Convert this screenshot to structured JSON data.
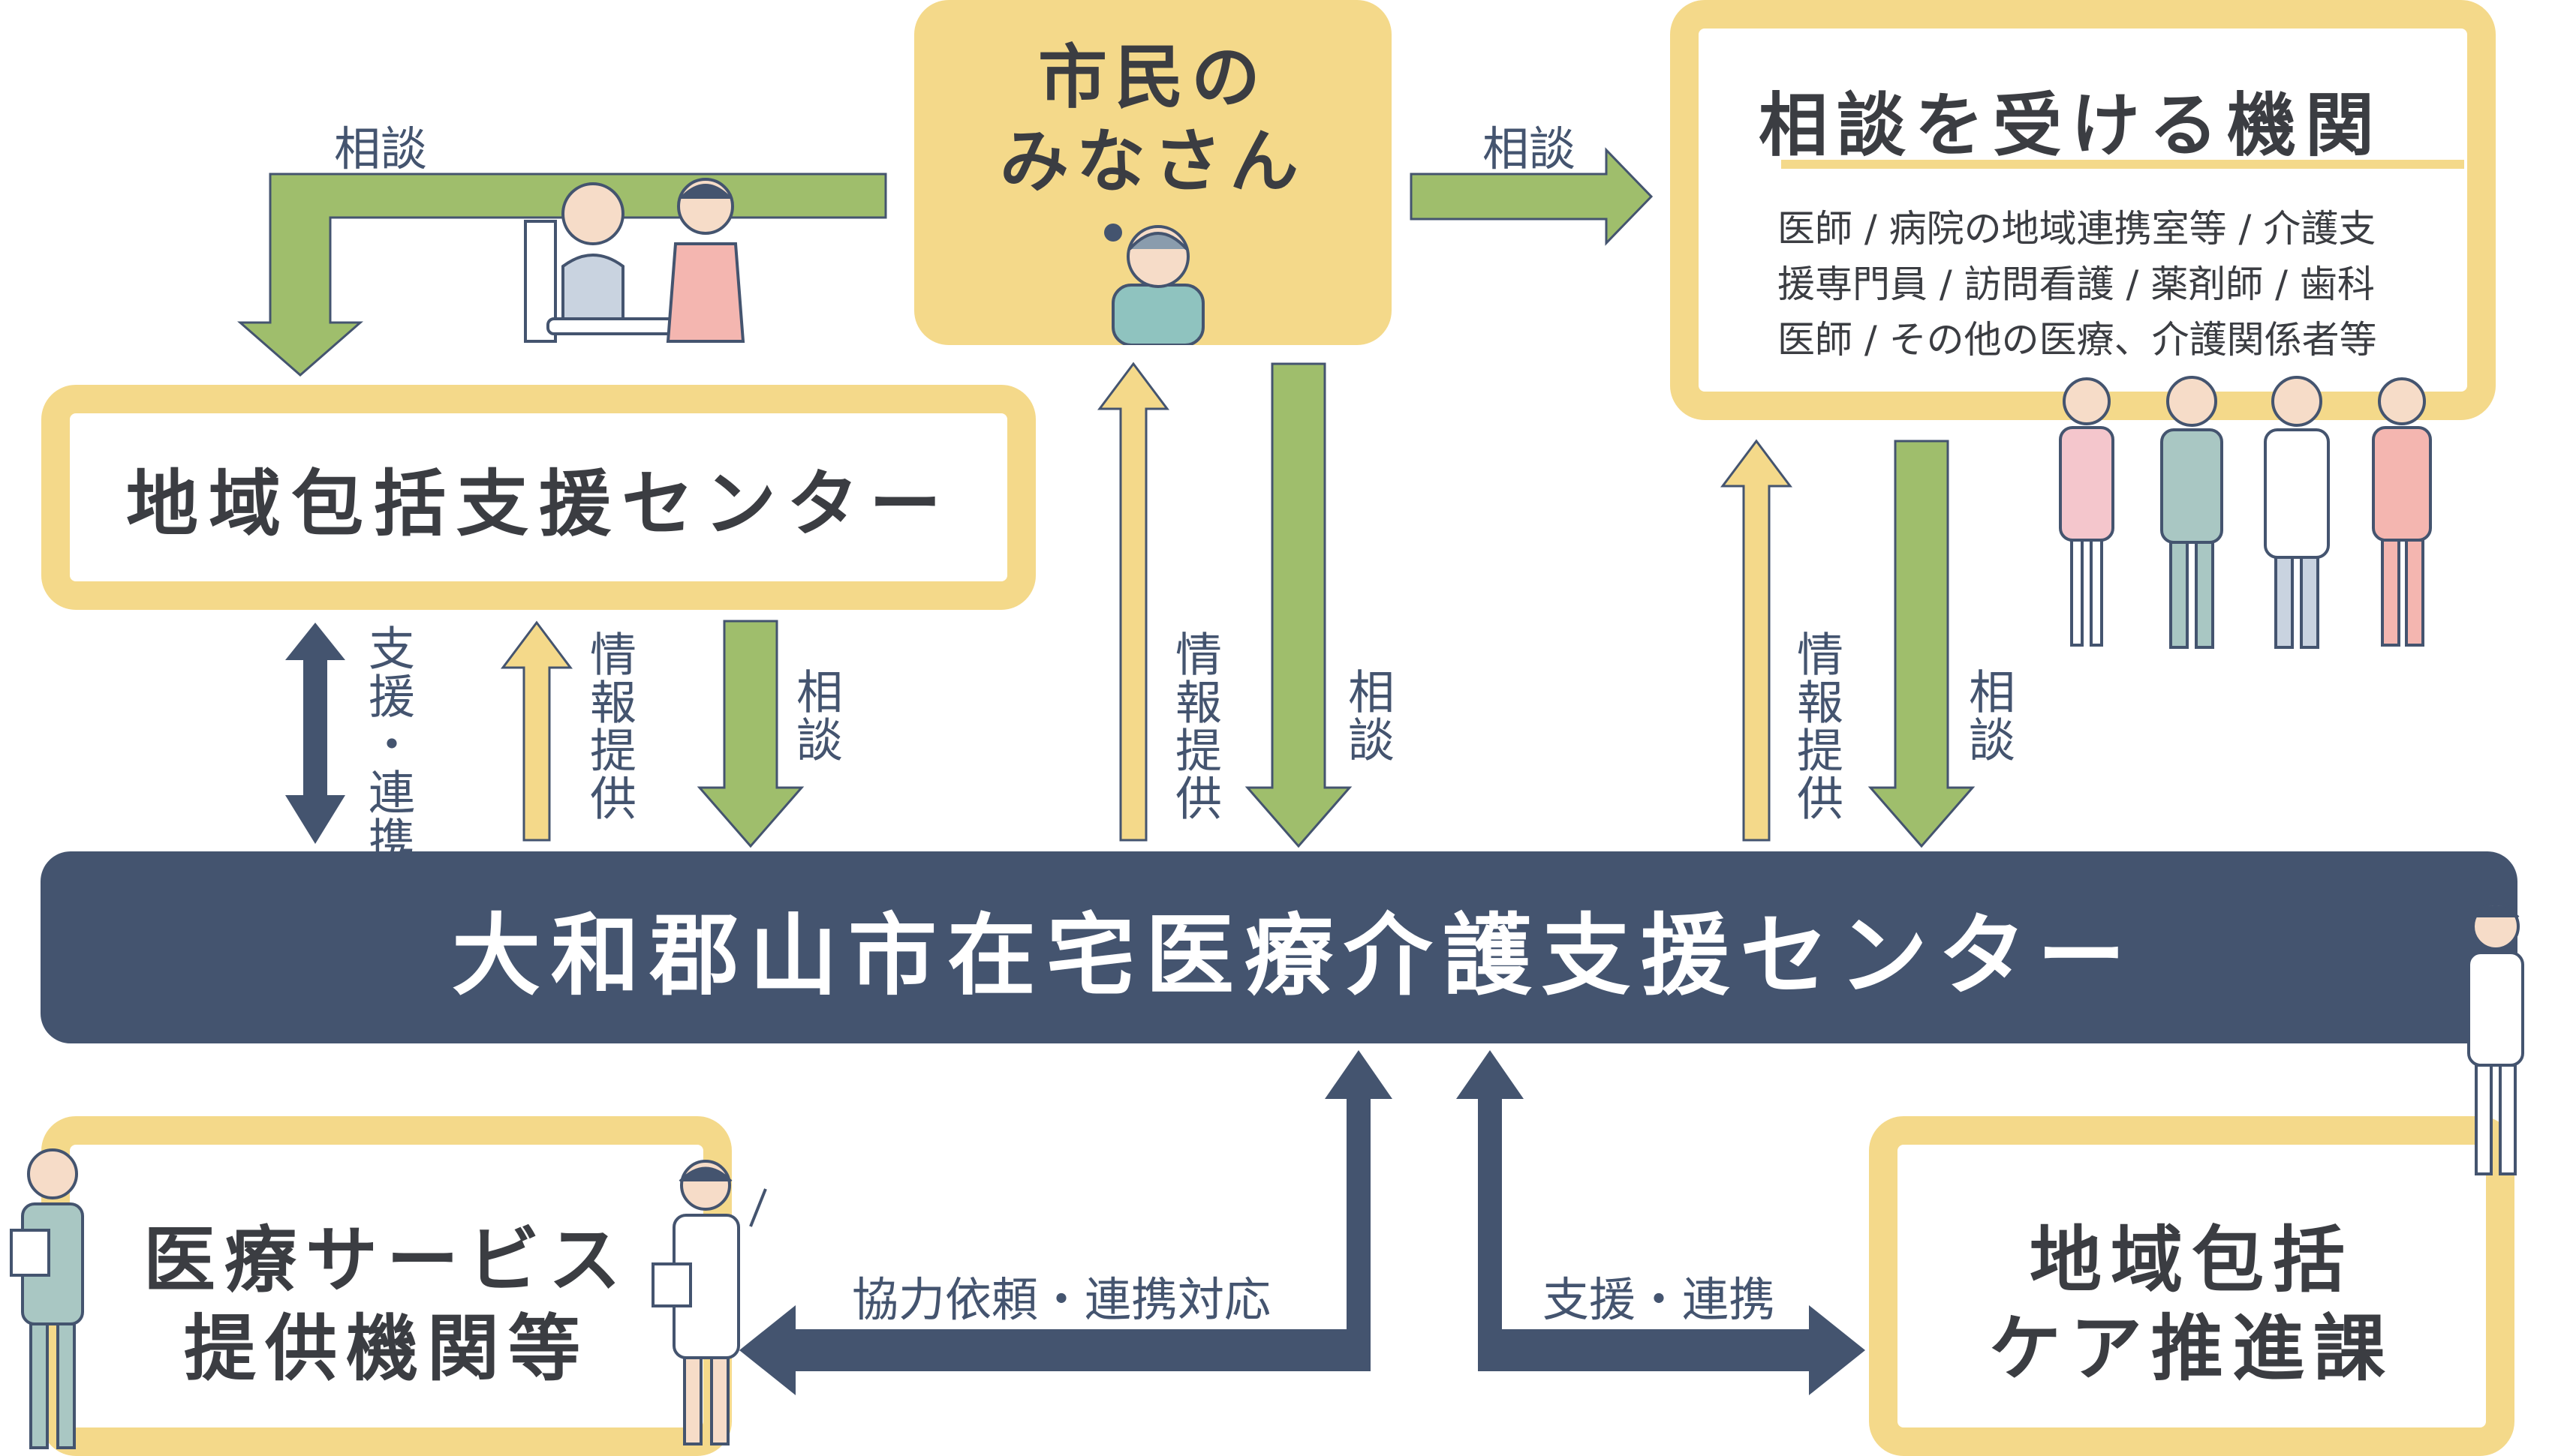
{
  "center": {
    "title": "大和郡山市在宅医療介護支援センター"
  },
  "citizens": {
    "title": "市民の\nみなさん"
  },
  "regional_center": {
    "title": "地域包括支援センター"
  },
  "consult_agencies": {
    "title": "相談を受ける機関",
    "body": "医師 / 病院の地域連携室等 / 介護支援専門員 / 訪問看護 / 薬剤師 / 歯科医師 / その他の医療、介護関係者等",
    "lines": [
      "医師 / 病院の地域連携室等 / 介護支",
      "援専門員 / 訪問看護 / 薬剤師 / 歯科",
      "医師 / その他の医療、介護関係者等"
    ]
  },
  "medical_providers": {
    "title_line1": "医療サービス",
    "title_line2": "提供機関等"
  },
  "care_division": {
    "title_line1": "地域包括",
    "title_line2": "ケア推進課"
  },
  "labels": {
    "consult": "相談",
    "info": "情報提供",
    "support_link": "支援・連携",
    "cooperation": "協力依頼・連携対応",
    "support_link_h": "支援・連携"
  },
  "colors": {
    "navy": "#44546f",
    "green": "#9fbe6c",
    "yellow": "#f4d98a",
    "text": "#3b3d42"
  }
}
